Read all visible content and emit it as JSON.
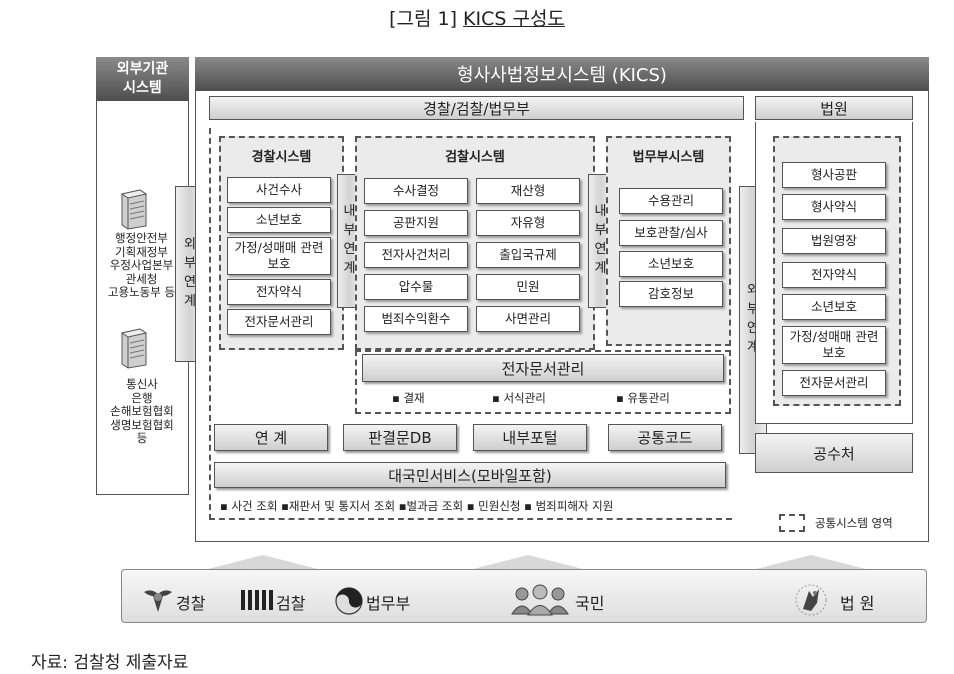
{
  "caption": {
    "prefix": "[그림 1] ",
    "title": "KICS 구성도"
  },
  "external": {
    "title_line1": "외부기관",
    "title_line2": "시스템",
    "group1": [
      "행정안전부",
      "기획재정부",
      "우정사업본부",
      "관세청",
      "고용노동부 등"
    ],
    "group2": [
      "통신사",
      "은행",
      "손해보험협회",
      "생명보험협회",
      "등"
    ],
    "link_chars": [
      "외",
      "부",
      "연",
      "계"
    ]
  },
  "kics": {
    "title": "형사사법정보시스템 (KICS)"
  },
  "common_bar": {
    "title": "경찰/검찰/법무부"
  },
  "police": {
    "title": "경찰시스템",
    "items": [
      "사건수사",
      "소년보호",
      "가정/성매매 관련보호",
      "전자약식",
      "전자문서관리"
    ]
  },
  "internal_link1": [
    "내",
    "부",
    "연",
    "계"
  ],
  "prosecution": {
    "title": "검찰시스템",
    "left": [
      "수사결정",
      "공판지원",
      "전자사건처리",
      "압수물",
      "범죄수익환수"
    ],
    "right": [
      "재산형",
      "자유형",
      "출입국규제",
      "민원",
      "사면관리"
    ]
  },
  "internal_link2": [
    "내",
    "부",
    "연",
    "계"
  ],
  "justice": {
    "title": "법무부시스템",
    "items": [
      "수용관리",
      "보호관찰/심사",
      "소년보호",
      "감호정보"
    ]
  },
  "edoc": {
    "title": "전자문서관리",
    "bullets": [
      "▪ 결재",
      "▪ 서식관리",
      "▪ 유통관리"
    ]
  },
  "bottom_row": [
    "연 계",
    "판결문DB",
    "내부포털",
    "공통코드"
  ],
  "civil": {
    "title": "대국민서비스(모바일포함)",
    "bullets": "▪ 사건 조회 ▪재판서 및 통지서 조회 ▪벌과금 조회 ▪ 민원신청 ▪ 범죄피해자 지원"
  },
  "ext_link_right": [
    "외",
    "부",
    "연",
    "계"
  ],
  "court": {
    "title": "법원",
    "items": [
      "형사공판",
      "형사약식",
      "법원영장",
      "전자약식",
      "소년보호",
      "가정/성매매 관련보호",
      "전자문서관리"
    ]
  },
  "gongsu": {
    "label": "공수처"
  },
  "legend": {
    "label": "공통시스템 영역"
  },
  "footer": {
    "police": "경찰",
    "prosecution": "검찰",
    "justice": "법무부",
    "citizen": "국민",
    "court": "법 원"
  },
  "source": "자료: 검찰청 제출자료",
  "colors": {
    "frame": "#555555",
    "header_dark": "#6a6a6a",
    "box_fill": "#ffffff",
    "gradient_light": "#e6e6e6"
  }
}
